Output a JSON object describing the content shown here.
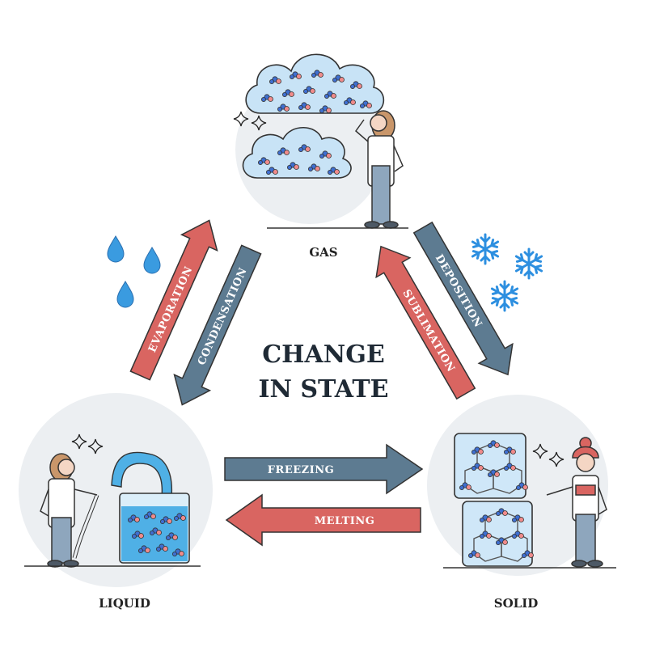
{
  "title": {
    "line1": "CHANGE",
    "line2": "IN STATE"
  },
  "states": {
    "gas": "GAS",
    "liquid": "LIQUID",
    "solid": "SOLID"
  },
  "processes": {
    "evaporation": "EVAPORATION",
    "condensation": "CONDENSATION",
    "deposition": "DEPOSITION",
    "sublimation": "SUBLIMATION",
    "freezing": "FREEZING",
    "melting": "MELTING"
  },
  "colors": {
    "red_arrow": "#d96561",
    "blue_arrow": "#5d7b91",
    "circle": "#eceff2",
    "cloud": "#c8e3f6",
    "water": "#4fb0e6",
    "ice": "#cfe7f8",
    "molecule_blue": "#3f6fd1",
    "molecule_red": "#f08b8b"
  },
  "icons": [
    "water-drop-icon",
    "snowflake-icon",
    "sparkle-icon"
  ]
}
